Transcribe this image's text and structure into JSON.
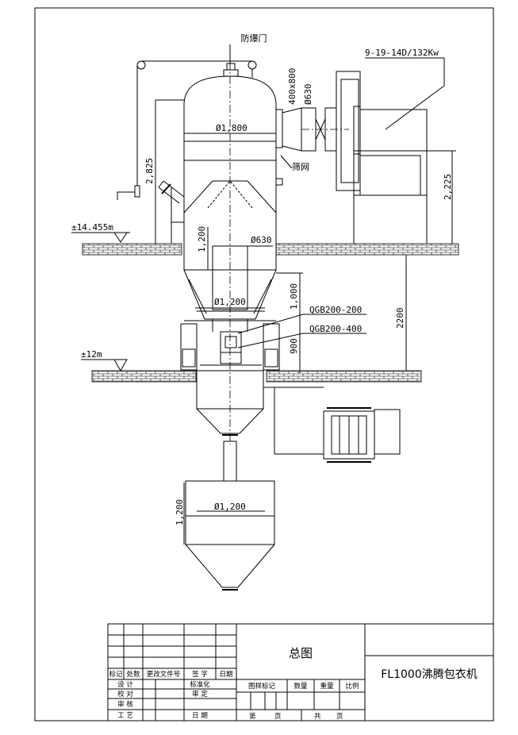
{
  "labels": {
    "explosion_door": "防爆门",
    "fan_model": "9-19-14D/132Kw",
    "duct_size": "400x800",
    "duct_dia": "Ø630",
    "vessel_dia": "Ø1,800",
    "screen": "筛网",
    "height_2825": "2,825",
    "height_2225": "2,225",
    "level_14455": "±14.455m",
    "dim_1200_a": "1,200",
    "dia_630": "Ø630",
    "dia_1200_a": "Ø1,200",
    "dim_1000": "1,000",
    "dim_2200": "2200",
    "valve_1": "QGB200-200",
    "valve_2": "QGB200-400",
    "dim_900": "900",
    "level_12": "±12m",
    "dim_1200_b": "1,200",
    "dia_1200_b": "Ø1,200"
  },
  "title_block": {
    "drawing_name": "总图",
    "product_title": "FL1000沸腾包衣机",
    "rev_headers": [
      "标记",
      "处数",
      "更改文件号",
      "签 字",
      "日期"
    ],
    "roles": [
      "设 计",
      "校 对",
      "审 核",
      "工 艺"
    ],
    "std_labels": [
      "标准化",
      "审 定",
      "日 期"
    ],
    "cols": [
      "图样标记",
      "数量",
      "重量",
      "比例"
    ],
    "sheet": "第",
    "sheet_unit": "页",
    "total": "共",
    "total_unit": "页"
  }
}
